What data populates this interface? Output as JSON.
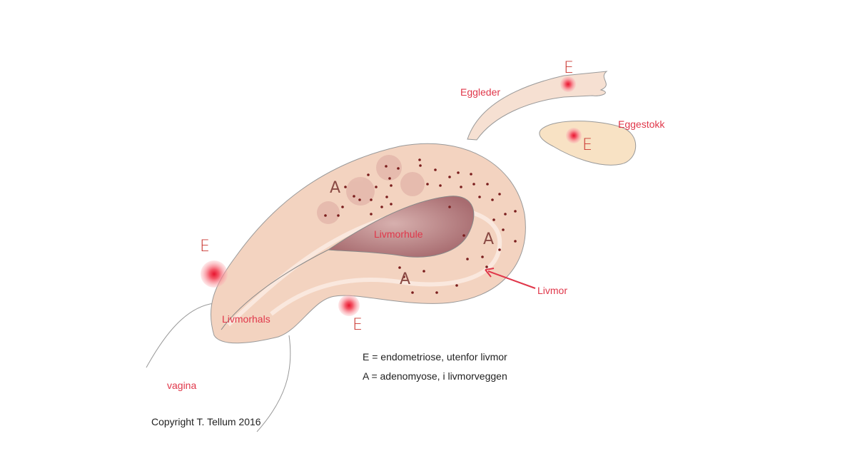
{
  "labels": {
    "fallopian_tube": "Eggleder",
    "ovary": "Eggestokk",
    "uterine_cavity": "Livmorhule",
    "uterus": "Livmor",
    "cervix": "Livmorhals",
    "vagina": "vagina"
  },
  "markers": {
    "endometriosis": "E",
    "adenomyosis": "A"
  },
  "legend": {
    "line_e": "E = endometriose, utenfor livmor",
    "line_a": "A = adenomyose, i livmorveggen"
  },
  "copyright": "Copyright T. Tellum 2016",
  "colors": {
    "label": "#e0374a",
    "tissue": "#f3d3c0",
    "cavity": "#b98282",
    "lesion": "#f0445a",
    "dot": "#7a1d1d"
  }
}
